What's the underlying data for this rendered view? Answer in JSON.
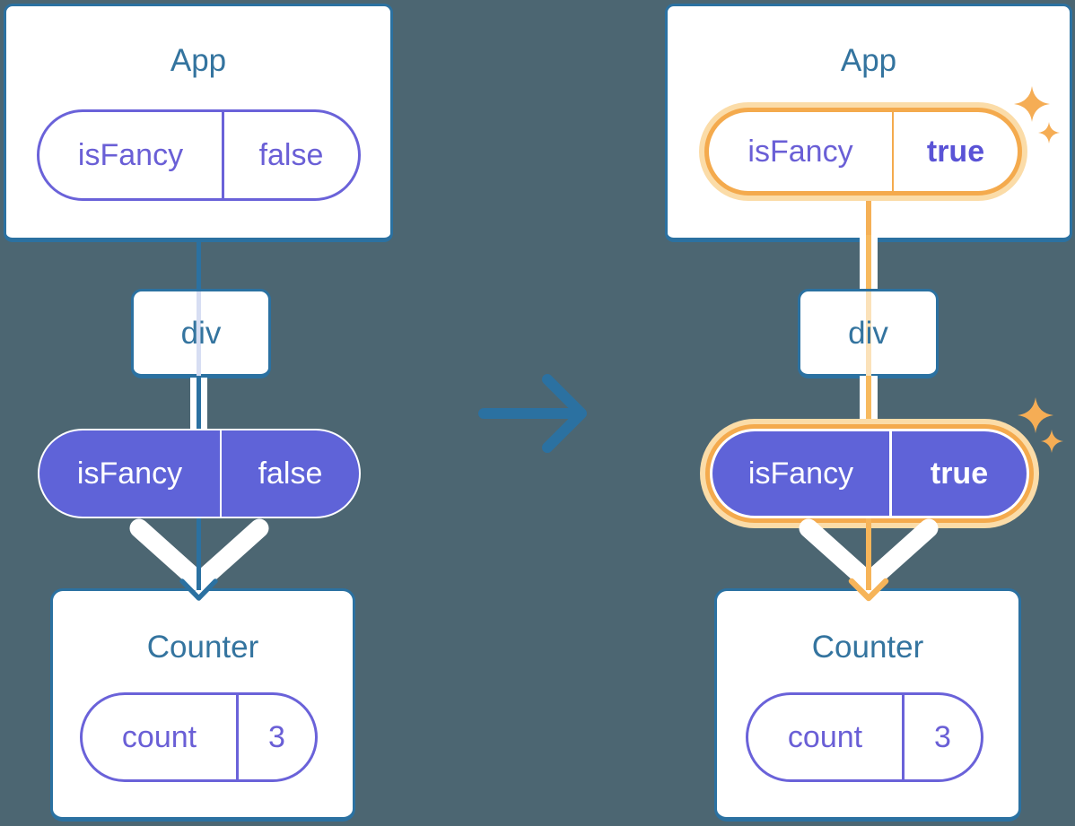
{
  "before": {
    "app": {
      "title": "App",
      "prop_name": "isFancy",
      "prop_value": "false"
    },
    "div": {
      "label": "div"
    },
    "passed_prop": {
      "name": "isFancy",
      "value": "false"
    },
    "counter": {
      "title": "Counter",
      "state_name": "count",
      "state_value": "3"
    }
  },
  "after": {
    "app": {
      "title": "App",
      "prop_name": "isFancy",
      "prop_value": "true"
    },
    "div": {
      "label": "div"
    },
    "passed_prop": {
      "name": "isFancy",
      "value": "true"
    },
    "counter": {
      "title": "Counter",
      "state_name": "count",
      "state_value": "3"
    }
  },
  "icons": {
    "transition_arrow": "arrow-right-icon",
    "flow_arrow": "arrow-down-icon",
    "highlight": "sparkle-icon"
  },
  "colors": {
    "background": "#4C6672",
    "card_border": "#2B71A1",
    "title_text": "#34749F",
    "purple_outline": "#6A62D9",
    "purple_text": "#6A5FD6",
    "purple_fill": "#5F63D8",
    "orange": "#F4AA4D",
    "orange_light": "#FBDCA8",
    "white": "#FFFFFF"
  }
}
